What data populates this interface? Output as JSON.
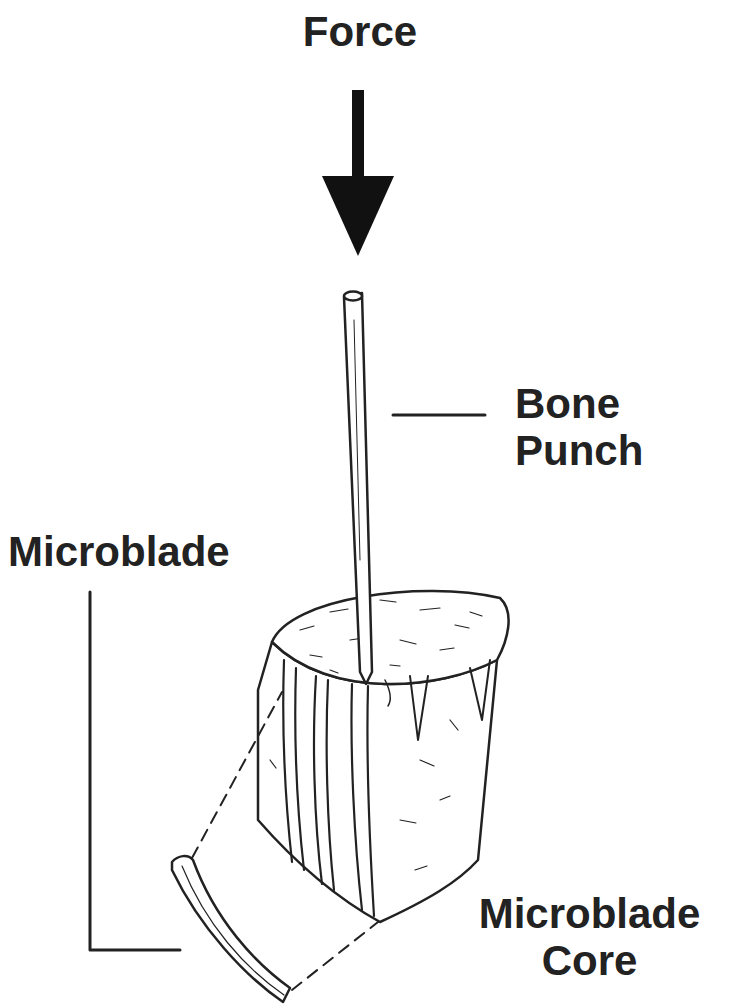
{
  "diagram": {
    "labels": [
      "Force",
      "Bone Punch",
      "Microblade",
      "Microblade Core"
    ]
  }
}
